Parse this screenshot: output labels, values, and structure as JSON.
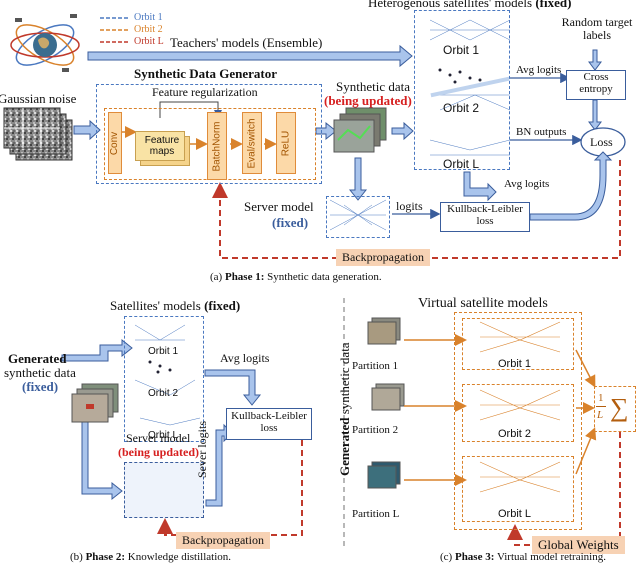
{
  "phase1": {
    "legend": {
      "orbit1": "Orbit 1",
      "orbit2": "Orbit 2",
      "orbitL": "Orbit L"
    },
    "teachers_models": "Teachers' models (Ensemble)",
    "gaussian_noise": "Gaussian noise",
    "generator_title": "Synthetic Data Generator",
    "feature_regularization": "Feature regularization",
    "ops": {
      "conv": "Conv",
      "feature_maps": "Feature maps",
      "batchnorm": "BatchNorm",
      "evalswitch": "Eval/switch",
      "relu": "ReLU"
    },
    "synthetic_data": "Synthetic data",
    "being_updated": "(being updated)",
    "hetero_title_prefix": "Heterogenous satellites' models ",
    "hetero_title_fixed": "(fixed)",
    "orbit1": "Orbit 1",
    "orbit2": "Orbit 2",
    "orbitL": "Orbit L",
    "random_target": "Random target labels",
    "avg_logits_top": "Avg logits",
    "cross_entropy": "Cross entropy",
    "bn_outputs": "BN outputs",
    "loss": "Loss",
    "avg_logits_bottom": "Avg logits",
    "server_model": "Server model",
    "fixed": "(fixed)",
    "logits": "logits",
    "kl_loss": "Kullback-Leibler loss",
    "backprop": "Backpropagation",
    "caption_label": "(a)",
    "caption_phase": "Phase 1:",
    "caption_text": "Synthetic data generation."
  },
  "phase2": {
    "satellites_title": "Satellites' models",
    "satellites_fixed": "(fixed)",
    "generated": "Generated",
    "synthetic_data": "synthetic data",
    "fixed": "(fixed)",
    "orbit1": "Orbit 1",
    "orbit2": "Orbit 2",
    "orbitL": "Orbit L",
    "avg_logits": "Avg logits",
    "kl_loss": "Kullback-Leibler loss",
    "server_model": "Server model",
    "being_updated": "(being updated)",
    "sever_logits": "Sever logits",
    "backprop": "Backpropagation",
    "caption_label": "(b)",
    "caption_phase": "Phase 2:",
    "caption_text": "Knowledge distillation."
  },
  "phase3": {
    "title": "Virtual satellite models",
    "generated": "Generated",
    "synthetic_data": "synthetic data",
    "partition1": "Partition 1",
    "partition2": "Partition 2",
    "partitionL": "Partition L",
    "orbit1": "Orbit 1",
    "orbit2": "Orbit 2",
    "orbitL": "Orbit L",
    "frac_num": "1",
    "frac_den": "L",
    "sum": "∑",
    "global_weights": "Global Weights",
    "caption_label": "(c)",
    "caption_phase": "Phase 3:",
    "caption_text": "Virtual model retraining."
  },
  "colors": {
    "blue": "#4a78c0",
    "orange": "#d9822b",
    "red": "#c0392b",
    "arrow_fill": "#a9c4ec"
  }
}
